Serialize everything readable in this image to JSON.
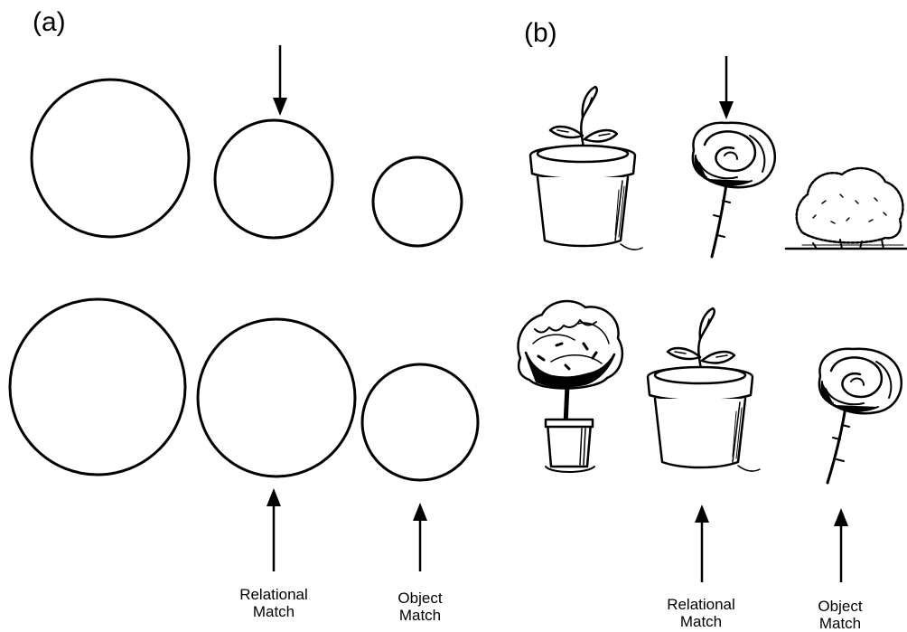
{
  "panels": [
    {
      "label": "(a)",
      "captions": {
        "relational": [
          "Relational",
          "Match"
        ],
        "object": [
          "Object",
          "Match"
        ]
      }
    },
    {
      "label": "(b)",
      "captions": {
        "relational": [
          "Relational",
          "Match"
        ],
        "object": [
          "Object",
          "Match"
        ]
      }
    }
  ],
  "colors": {
    "ink": "#000000",
    "background": "#ffffff"
  }
}
